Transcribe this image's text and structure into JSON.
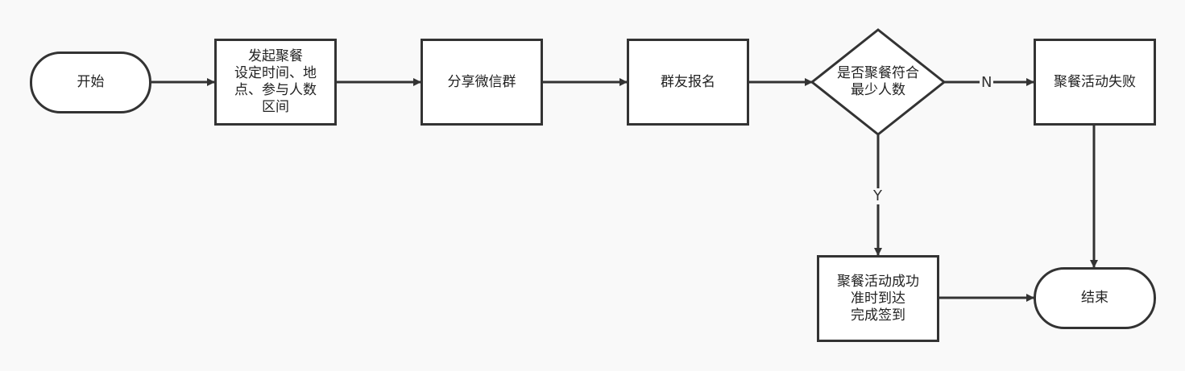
{
  "diagram": {
    "nodes": {
      "start": "开始",
      "initiate": "发起聚餐\n设定时间、地\n点、参与人数\n区间",
      "share": "分享微信群",
      "signup": "群友报名",
      "decision": "是否聚餐符合\n最少人数",
      "fail": "聚餐活动失败",
      "success": "聚餐活动成功\n准时到达\n完成签到",
      "end": "结束"
    },
    "edges": {
      "no_label": "N",
      "yes_label": "Y"
    },
    "colors": {
      "background": "#f9f9f9",
      "node_fill": "#ffffff",
      "stroke": "#333333"
    }
  }
}
